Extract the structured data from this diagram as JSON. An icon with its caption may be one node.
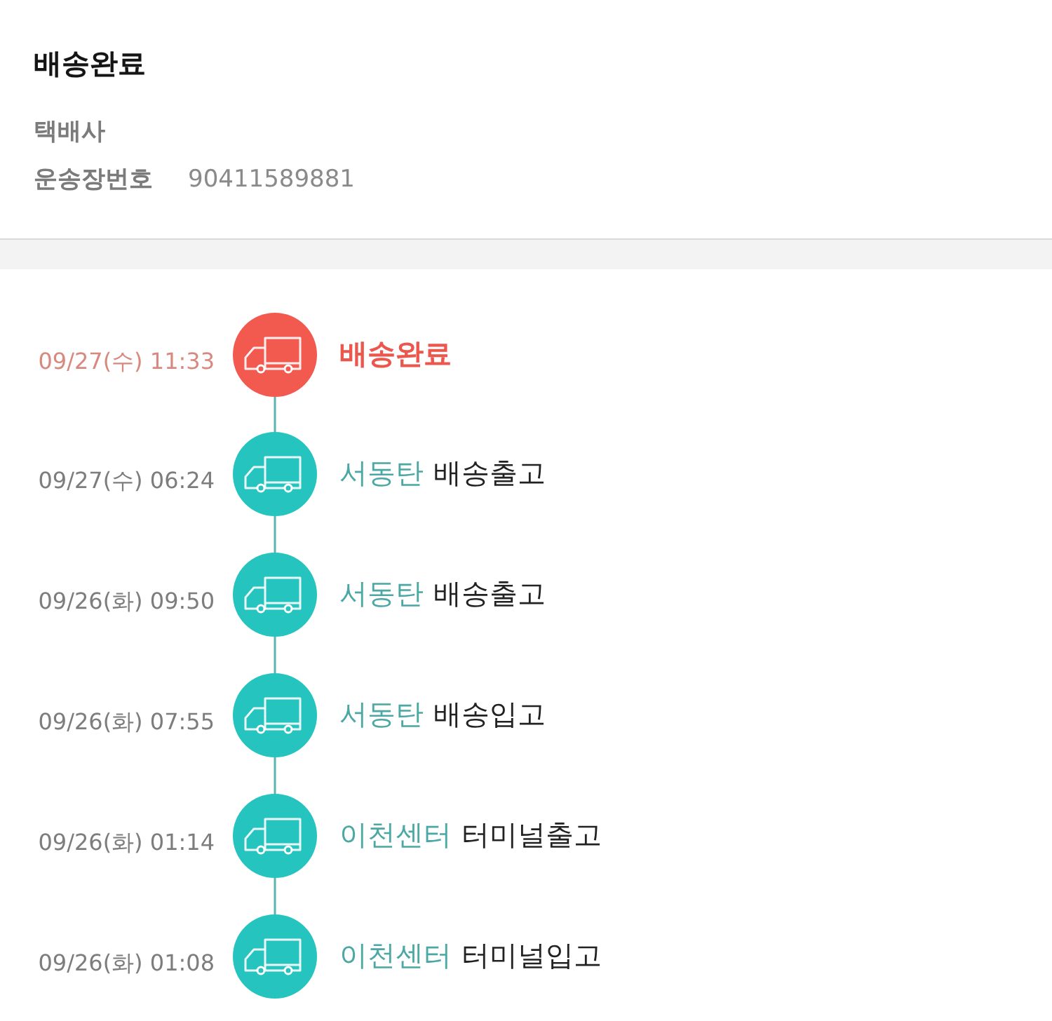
{
  "diagram": {
    "title": "배송완료",
    "nodes": [
      {
        "text": [],
        "shape": "circle",
        "beside": [
          "09/27(수) 11:33",
          "배송완료"
        ]
      },
      {
        "text": [],
        "shape": "circle",
        "beside": [
          "09/27(수) 06:24",
          "서동탄",
          "배송출고"
        ]
      },
      {
        "text": [],
        "shape": "circle",
        "beside": [
          "09/26(화) 09:50",
          "서동탄",
          "배송출고"
        ]
      },
      {
        "text": [],
        "shape": "circle",
        "beside": [
          "09/26(화) 07:55",
          "서동탄",
          "배송입고"
        ]
      },
      {
        "text": [],
        "shape": "circle",
        "beside": [
          "09/26(화) 01:14",
          "이천센터",
          "터미널출고"
        ]
      },
      {
        "text": [],
        "shape": "circle",
        "beside": [
          "09/26(화) 01:08",
          "이천센터",
          "터미널입고"
        ]
      }
    ],
    "edges": [
      {
        "from": 0,
        "to": 1,
        "arrow": "none"
      },
      {
        "from": 1,
        "to": 2,
        "arrow": "none"
      },
      {
        "from": 2,
        "to": 3,
        "arrow": "none"
      },
      {
        "from": 3,
        "to": 4,
        "arrow": "none"
      },
      {
        "from": 4,
        "to": 5,
        "arrow": "none"
      }
    ],
    "labels": [
      "택배사",
      "운송장번호",
      "90411589881"
    ]
  }
}
